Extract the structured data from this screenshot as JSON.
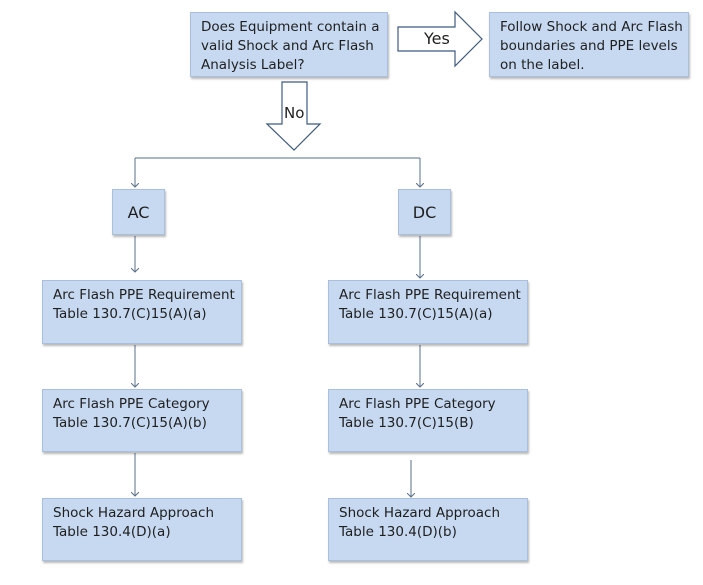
{
  "question": {
    "lines": [
      "Does Equipment contain a",
      "valid Shock and Arc Flash",
      "Analysis Label?"
    ]
  },
  "yes_branch": {
    "arrow_label": "Yes",
    "result_lines": [
      "Follow Shock and Arc Flash",
      "boundaries and PPE levels",
      "on the label."
    ]
  },
  "no_branch": {
    "arrow_label": "No"
  },
  "ac": {
    "label": "AC",
    "steps": [
      {
        "title": "Arc Flash PPE Requirement",
        "table": "Table 130.7(C)15(A)(a)"
      },
      {
        "title": "Arc Flash PPE Category",
        "table": "Table 130.7(C)15(A)(b)"
      },
      {
        "title": "Shock Hazard Approach",
        "table": "Table 130.4(D)(a)"
      }
    ]
  },
  "dc": {
    "label": "DC",
    "steps": [
      {
        "title": "Arc Flash PPE Requirement",
        "table": "Table 130.7(C)15(A)(a)"
      },
      {
        "title": "Arc Flash PPE Category",
        "table": "Table 130.7(C)15(B)"
      },
      {
        "title": "Shock Hazard Approach",
        "table": "Table 130.4(D)(b)"
      }
    ]
  },
  "colors": {
    "box_fill": "#c6d9f1",
    "box_border": "#a9bfdc",
    "connector": "#5a6f8a"
  }
}
